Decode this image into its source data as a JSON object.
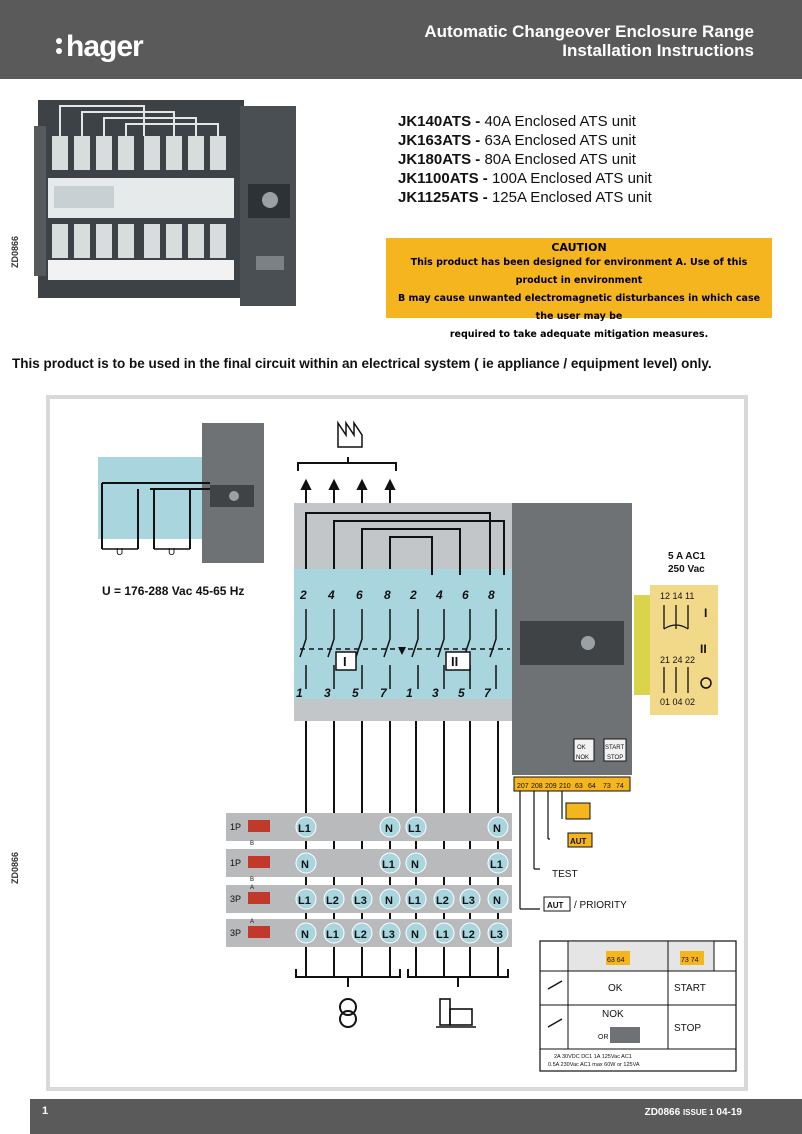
{
  "header": {
    "brand": "hager",
    "title_line1": "Automatic Changeover Enclosure Range",
    "title_line2": "Installation Instructions"
  },
  "side_codes": {
    "top": "ZD0866",
    "bottom": "ZD0866"
  },
  "models": [
    {
      "code": "JK140ATS -",
      "desc": "40A Enclosed ATS unit"
    },
    {
      "code": "JK163ATS -",
      "desc": "63A Enclosed ATS unit"
    },
    {
      "code": "JK180ATS -",
      "desc": "80A Enclosed ATS unit"
    },
    {
      "code": "JK1100ATS -",
      "desc": "100A Enclosed ATS unit"
    },
    {
      "code": "JK1125ATS -",
      "desc": "125A Enclosed ATS unit"
    }
  ],
  "caution": {
    "title": "CAUTION",
    "line1": "This product has been designed for environment A. Use of this product in environment",
    "line2": "B may cause unwanted electromagnetic disturbances in which case the user may be",
    "line3": "required to take adequate mitigation measures."
  },
  "usage_note": "This product is to be used in the final circuit within an electrical system ( ie appliance / equipment level) only.",
  "diagram": {
    "u_label": "U",
    "voltage": "U = 176-288 Vac  45-65 Hz",
    "top_terms": [
      "2",
      "4",
      "6",
      "8",
      "2",
      "4",
      "6",
      "8"
    ],
    "bottom_terms": [
      "1",
      "3",
      "5",
      "7",
      "1",
      "3",
      "5",
      "7"
    ],
    "switch_I": "I",
    "switch_II": "II",
    "relay_rating": "5 A AC1",
    "relay_voltage": "250 Vac",
    "relay_top": "12 14 11",
    "relay_mid": "21 24 22",
    "relay_bot": "01 04 02",
    "relay_I": "I",
    "relay_II": "II",
    "ok_label": "OK",
    "nok_label": "NOK",
    "start_label": "START",
    "stop_label": "STOP",
    "ctrl_terms": [
      "207",
      "208",
      "209",
      "210",
      "63",
      "64",
      "73",
      "74"
    ],
    "aut_label": "AUT",
    "test_label": "TEST",
    "priority_label": "/ PRIORITY",
    "config_rows": [
      {
        "pole": "1P",
        "tag": "B",
        "cells": [
          "L1",
          "",
          "",
          "N",
          "L1",
          "",
          "",
          "N"
        ]
      },
      {
        "pole": "1P",
        "tag": "B",
        "cells": [
          "N",
          "",
          "",
          "L1",
          "N",
          "",
          "",
          "L1"
        ]
      },
      {
        "pole": "3P",
        "tag": "A",
        "cells": [
          "L1",
          "L2",
          "L3",
          "N",
          "L1",
          "L2",
          "L3",
          "N"
        ]
      },
      {
        "pole": "3P",
        "tag": "A",
        "cells": [
          "N",
          "L1",
          "L2",
          "L3",
          "N",
          "L1",
          "L2",
          "L3"
        ]
      }
    ],
    "table": {
      "h1": "63 64",
      "h2": "73 74",
      "ok": "OK",
      "start": "START",
      "nok": "NOK",
      "stop": "STOP",
      "or": "OR",
      "note1": "2A 30VDC DC1   1A 125Vac AC1",
      "note2": "0.5A 230Vac AC1 max 60W or 125VA"
    }
  },
  "footer": {
    "page": "1",
    "doc_pre": "ZD0866 ",
    "doc_small": "ISSUE 1",
    "doc_post": " 04-19"
  },
  "colors": {
    "header_bg": "#5a5a5a",
    "caution_bg": "#f5b51e",
    "switch_teal": "#a9d6de",
    "config_bg": "#b8babb"
  }
}
